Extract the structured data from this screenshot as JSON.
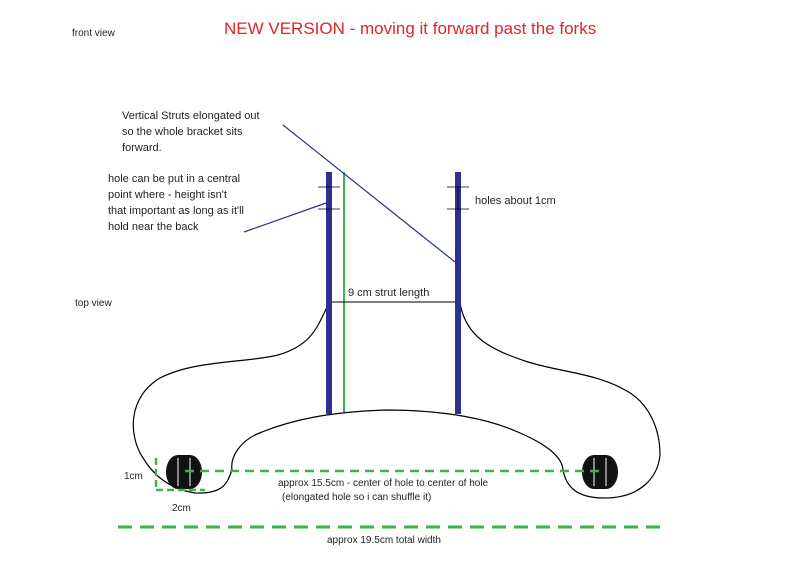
{
  "title": {
    "text": "NEW VERSION - moving it forward past the forks",
    "color": "#e0242a"
  },
  "view_labels": {
    "front": "front view",
    "top": "top view"
  },
  "annotations": {
    "struts_note": [
      "Vertical Struts elongated out",
      "so the whole bracket sits",
      "forward."
    ],
    "hole_note": [
      "hole can be put in a central",
      "point where - height isn't",
      "that important as long as it'll",
      "hold near the back"
    ],
    "holes_spacing": "holes about 1cm",
    "strut_length": "9 cm strut length",
    "hole_height": "1cm",
    "hole_width": "2cm",
    "center_distance": "approx 15.5cm - center of hole to center of hole",
    "elongated_note": "(elongated hole so i can shuffle it)",
    "total_width": "approx 19.5cm total width"
  },
  "colors": {
    "strut": "#2e3192",
    "guide": "#39b54a",
    "outline": "#000000",
    "pointer": "#2e3192",
    "dimension": "#39b54a"
  }
}
